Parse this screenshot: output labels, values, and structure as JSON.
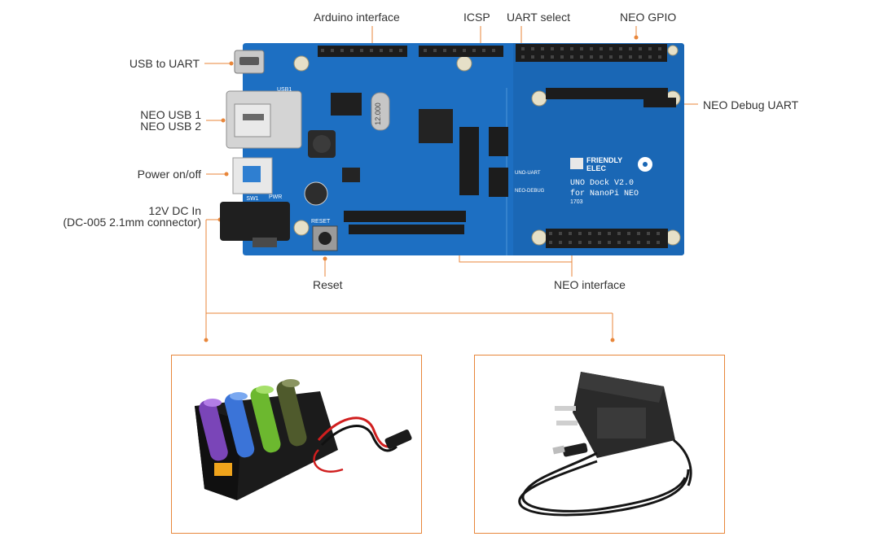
{
  "callouts": {
    "usb_to_uart": "USB to UART",
    "neo_usb_1": "NEO USB 1",
    "neo_usb_2": "NEO USB 2",
    "power_on_off": "Power on/off",
    "dc_in_1": "12V DC In",
    "dc_in_2": "(DC-005 2.1mm connector)",
    "arduino_interface": "Arduino interface",
    "icsp": "ICSP",
    "uart_select": "UART select",
    "neo_gpio": "NEO GPIO",
    "neo_debug_uart": "NEO Debug UART",
    "reset": "Reset",
    "neo_interface": "NEO interface"
  },
  "board": {
    "brand_line1": "FRIENDLY",
    "brand_line2": "ELEC",
    "model_line1": "UNO Dock V2.0",
    "model_line2": "for NanoPi NEO",
    "revision": "1703",
    "reset_silk": "RESET",
    "uno_uart_silk": "UNO-UART",
    "neo_debug_silk": "NEO-DEBUG",
    "crystal": "12.000",
    "pwr_silk": "PWR",
    "usb1_silk": "USB1",
    "sw1_silk": "SW1"
  },
  "colors": {
    "accent": "#e8863a",
    "pcb": "#1d6fc2",
    "pcb_dark": "#15579e",
    "header": "#1c1c1c"
  },
  "icons": {
    "battery_pack": "battery-pack-image",
    "power_adapter": "power-adapter-image"
  }
}
